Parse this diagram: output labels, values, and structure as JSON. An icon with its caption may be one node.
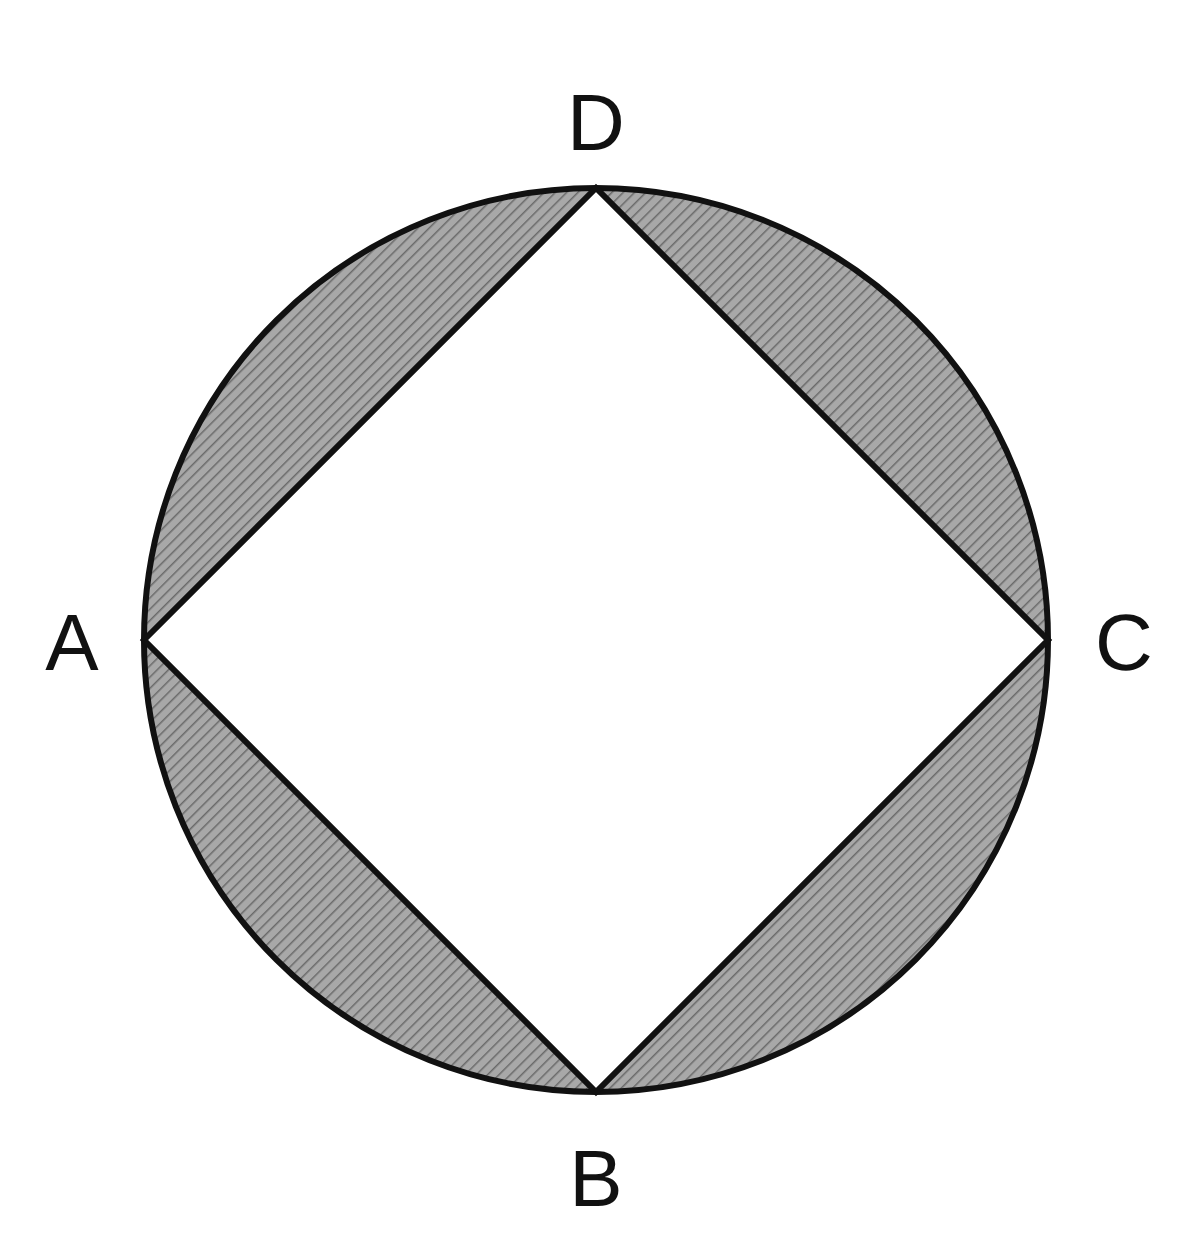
{
  "diagram": {
    "labels": [
      "D",
      "A",
      "C",
      "B"
    ]
  }
}
